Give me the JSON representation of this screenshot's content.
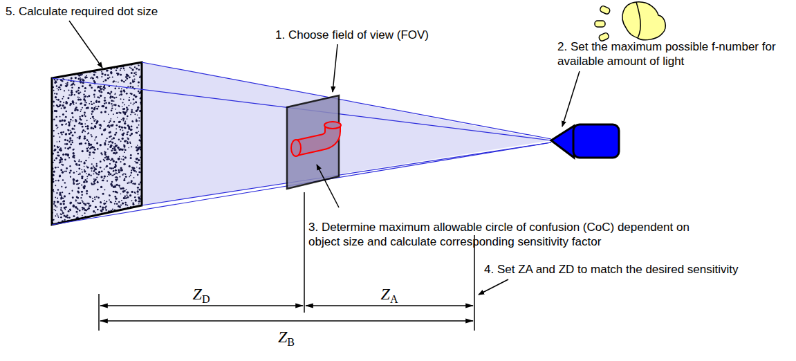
{
  "diagram": {
    "labels": [
      "5. Calculate required dot size",
      "1. Choose field of view (FOV)",
      "2. Set the maximum possible f-number for available amount of light",
      "3. Determine maximum allowable circle of confusion (CoC) dependent on object size and calculate corresponding sensitivity factor",
      "4. Set ZA and ZD to match the desired sensitivity",
      "ZD",
      "ZA",
      "ZB"
    ]
  }
}
